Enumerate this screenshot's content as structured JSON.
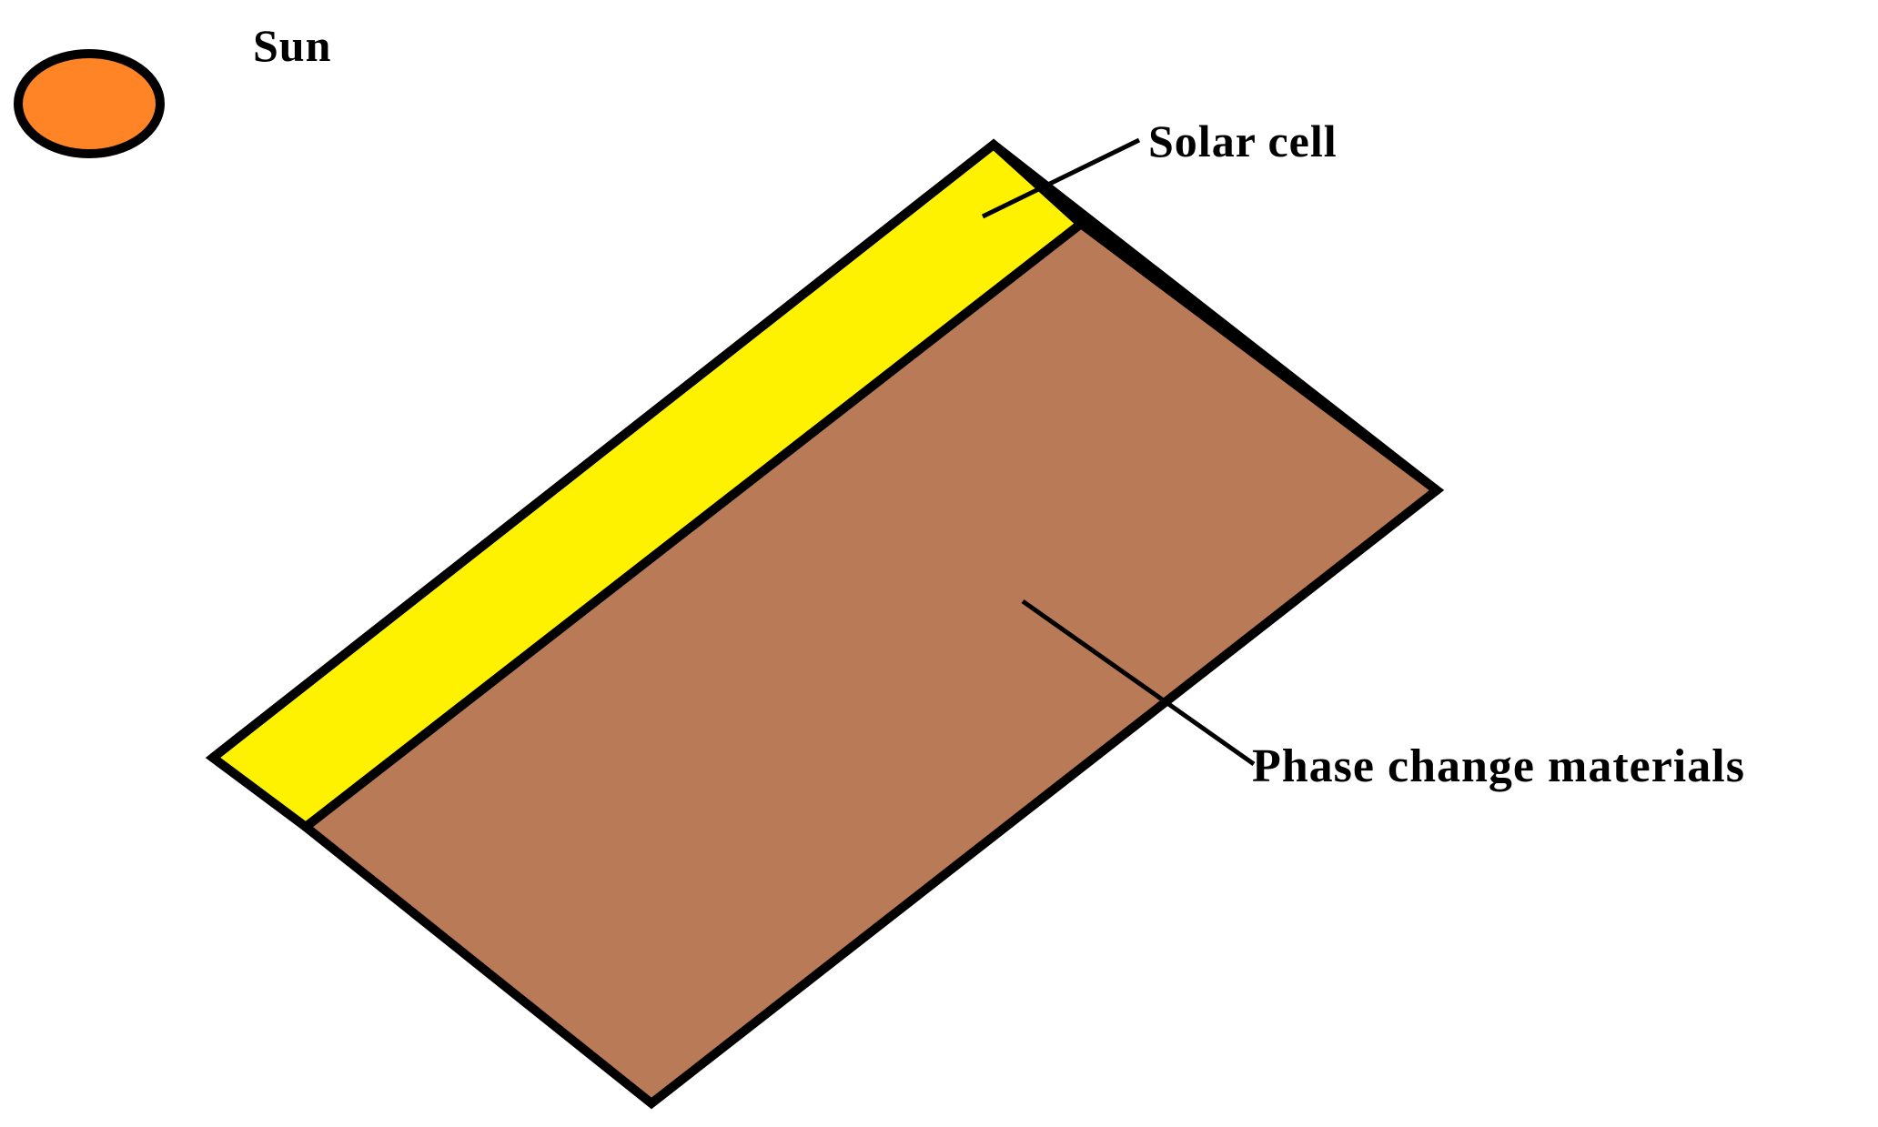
{
  "labels": {
    "sun": "Sun",
    "solar_cell": "Solar cell",
    "phase_change_materials": "Phase change materials"
  },
  "colors": {
    "sun_fill": "#ff8426",
    "solar_cell_fill": "#fff200",
    "pcm_fill": "#b97a57",
    "outline": "#000000",
    "background": "#ffffff"
  }
}
